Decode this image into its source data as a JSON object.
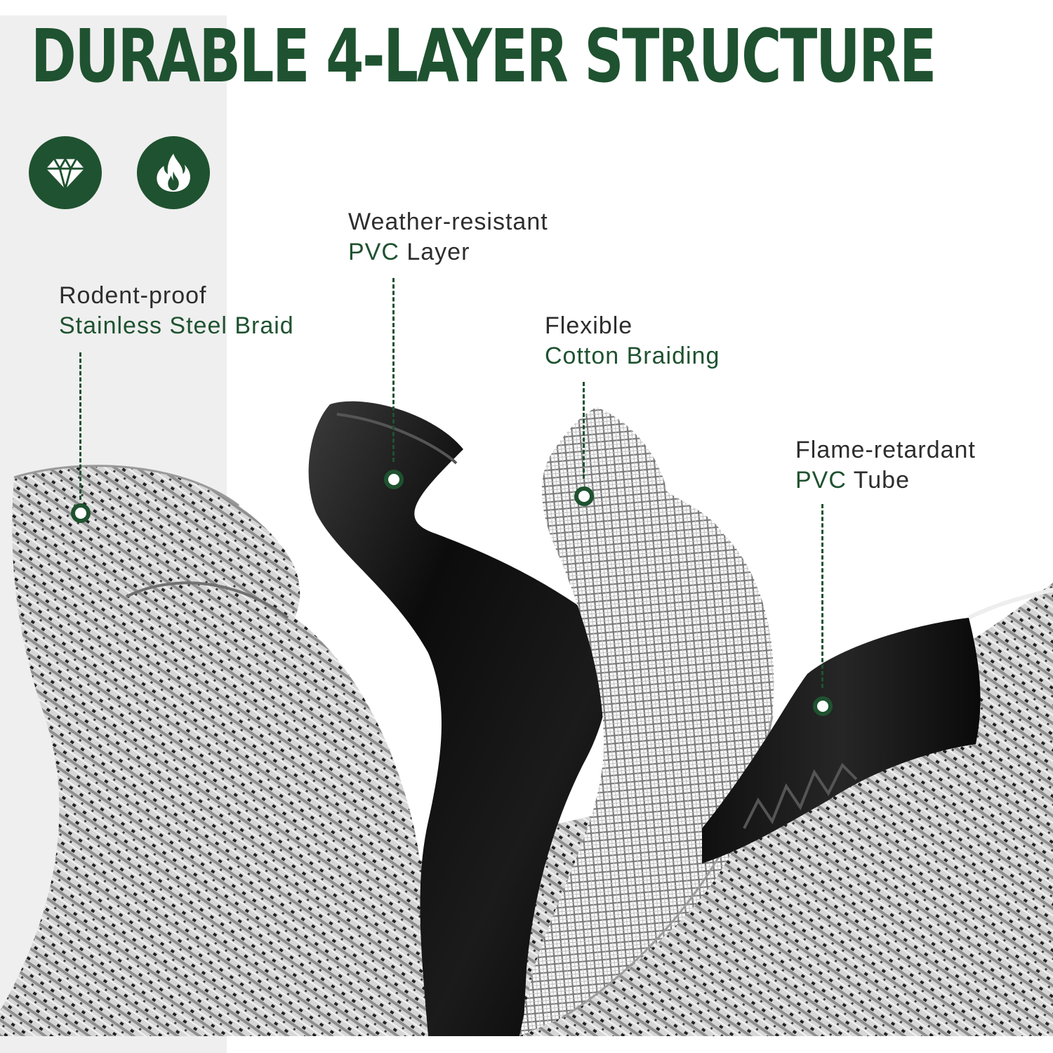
{
  "title": "DURABLE 4-LAYER STRUCTURE",
  "colors": {
    "brand_green": "#1f5230",
    "text_dark": "#2d2d2d",
    "panel_grey": "#efefef",
    "steel_light": "#d4d4d4",
    "steel_dark": "#2a2a2a",
    "pvc_black": "#0d0d0d",
    "mesh_grey": "#c6c6c6"
  },
  "badges": [
    {
      "icon": "diamond-icon"
    },
    {
      "icon": "flame-icon"
    }
  ],
  "layers": [
    {
      "line1": "Rodent-proof",
      "line2_accent": "Stainless Steel Braid",
      "line2_rest": ""
    },
    {
      "line1": "Weather-resistant",
      "line2_accent": "PVC",
      "line2_rest": " Layer"
    },
    {
      "line1": "Flexible",
      "line2_accent": "Cotton Braiding",
      "line2_rest": ""
    },
    {
      "line1": "Flame-retardant",
      "line2_accent": "PVC",
      "line2_rest": " Tube"
    }
  ]
}
